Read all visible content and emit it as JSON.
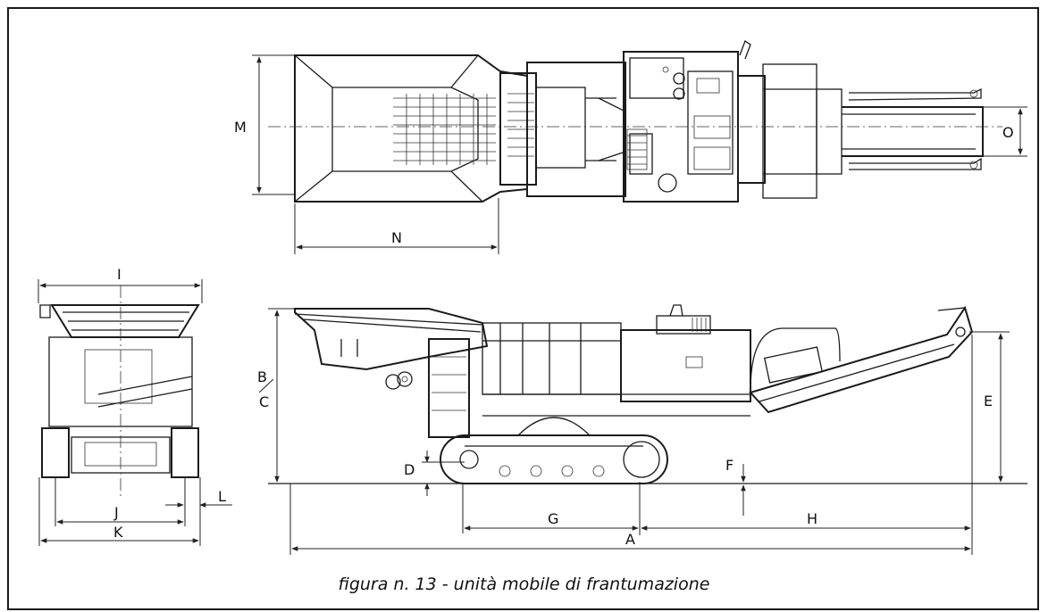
{
  "figure": {
    "caption": "figura n. 13 - unità mobile di frantumazione"
  },
  "dimension_labels": {
    "A": "A",
    "B": "B",
    "C": "C",
    "D": "D",
    "E": "E",
    "F": "F",
    "G": "G",
    "H": "H",
    "I": "I",
    "J": "J",
    "K": "K",
    "L": "L",
    "M": "M",
    "N": "N",
    "O": "O"
  },
  "colors": {
    "ink": "#1b1b1b",
    "paper": "#ffffff",
    "frame": "#1a1a1a"
  }
}
